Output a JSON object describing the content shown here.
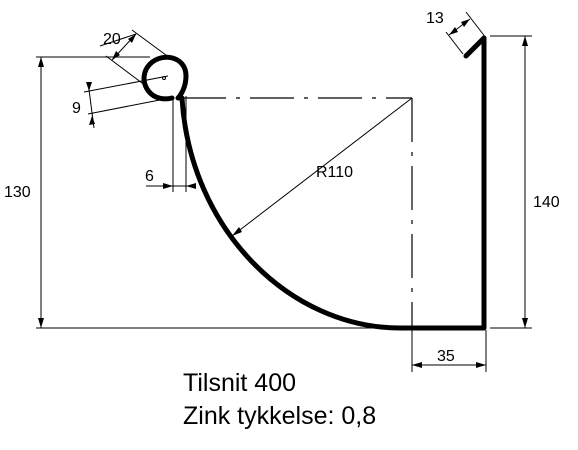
{
  "drawing": {
    "dimensions": {
      "bead_diameter": "20",
      "bead_offset": "9",
      "front_offset": "6",
      "radius": "R110",
      "lip_length": "13",
      "total_height_left": "130",
      "total_height_right": "140",
      "flat_width": "35"
    },
    "title": {
      "line1": "Tilsnit 400",
      "line2": "Zink tykkelse: 0,8"
    },
    "colors": {
      "ink": "#000000",
      "paper": "#ffffff"
    }
  }
}
